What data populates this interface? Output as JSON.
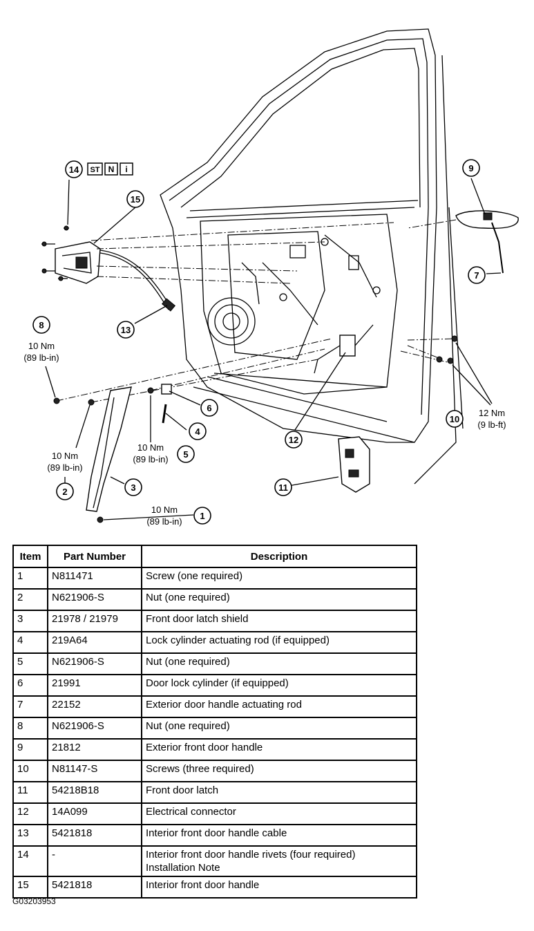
{
  "callouts": {
    "c1": "1",
    "c2": "2",
    "c3": "3",
    "c4": "4",
    "c5": "5",
    "c6": "6",
    "c7": "7",
    "c8": "8",
    "c9": "9",
    "c10": "10",
    "c11": "11",
    "c12": "12",
    "c13": "13",
    "c14": "14",
    "c15": "15"
  },
  "symbols": {
    "st": "ST",
    "n": "N",
    "i": "i"
  },
  "torques": {
    "t8_nm": "10 Nm",
    "t8_lb": "(89 lb-in)",
    "t2_nm": "10 Nm",
    "t2_lb": "(89 lb-in)",
    "t5_nm": "10 Nm",
    "t5_lb": "(89 lb-in)",
    "t1_nm": "10 Nm",
    "t1_lb": "(89 lb-in)",
    "t10_nm": "12 Nm",
    "t10_lb": "(9 lb-ft)"
  },
  "table": {
    "headers": {
      "item": "Item",
      "part_number": "Part Number",
      "description": "Description"
    },
    "rows": [
      {
        "item": "1",
        "part_number": "N811471",
        "description": [
          "Screw (one required)"
        ]
      },
      {
        "item": "2",
        "part_number": "N621906-S",
        "description": [
          "Nut (one required)"
        ]
      },
      {
        "item": "3",
        "part_number": "21978 / 21979",
        "description": [
          "Front door latch shield"
        ]
      },
      {
        "item": "4",
        "part_number": "219A64",
        "description": [
          "Lock cylinder actuating rod (if equipped)"
        ]
      },
      {
        "item": "5",
        "part_number": "N621906-S",
        "description": [
          "Nut (one required)"
        ]
      },
      {
        "item": "6",
        "part_number": "21991",
        "description": [
          "Door lock cylinder (if equipped)"
        ]
      },
      {
        "item": "7",
        "part_number": "22152",
        "description": [
          "Exterior door handle actuating rod"
        ]
      },
      {
        "item": "8",
        "part_number": "N621906-S",
        "description": [
          "Nut (one required)"
        ]
      },
      {
        "item": "9",
        "part_number": "21812",
        "description": [
          "Exterior front door handle"
        ]
      },
      {
        "item": "10",
        "part_number": "N81147-S",
        "description": [
          "Screws (three required)"
        ]
      },
      {
        "item": "11",
        "part_number": "54218B18",
        "description": [
          "Front door latch"
        ]
      },
      {
        "item": "12",
        "part_number": "14A099",
        "description": [
          "Electrical connector"
        ]
      },
      {
        "item": "13",
        "part_number": "5421818",
        "description": [
          "Interior front door handle cable"
        ]
      },
      {
        "item": "14",
        "part_number": "-",
        "description": [
          "Interior front door handle rivets (four required)",
          "Installation Note"
        ]
      },
      {
        "item": "15",
        "part_number": "5421818",
        "description": [
          "Interior front door handle"
        ]
      }
    ]
  },
  "figure_id": "G03203953"
}
